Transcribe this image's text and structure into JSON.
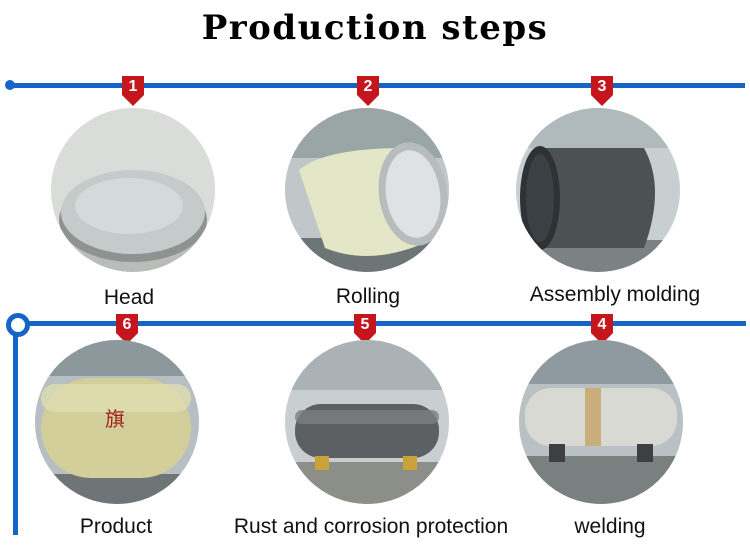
{
  "title": "Production steps",
  "accent_color": "#1565c8",
  "badge_color": "#c4161c",
  "steps": [
    {
      "number": "1",
      "label": "Head",
      "icon": "tank-head-photo"
    },
    {
      "number": "2",
      "label": "Rolling",
      "icon": "rolled-shell-photo"
    },
    {
      "number": "3",
      "label": "Assembly molding",
      "icon": "assembled-cylinder-photo"
    },
    {
      "number": "4",
      "label": "welding",
      "icon": "welded-tank-photo"
    },
    {
      "number": "5",
      "label": "Rust and corrosion protection",
      "icon": "steel-tank-photo"
    },
    {
      "number": "6",
      "label": "Product",
      "icon": "finished-tank-photo"
    }
  ]
}
